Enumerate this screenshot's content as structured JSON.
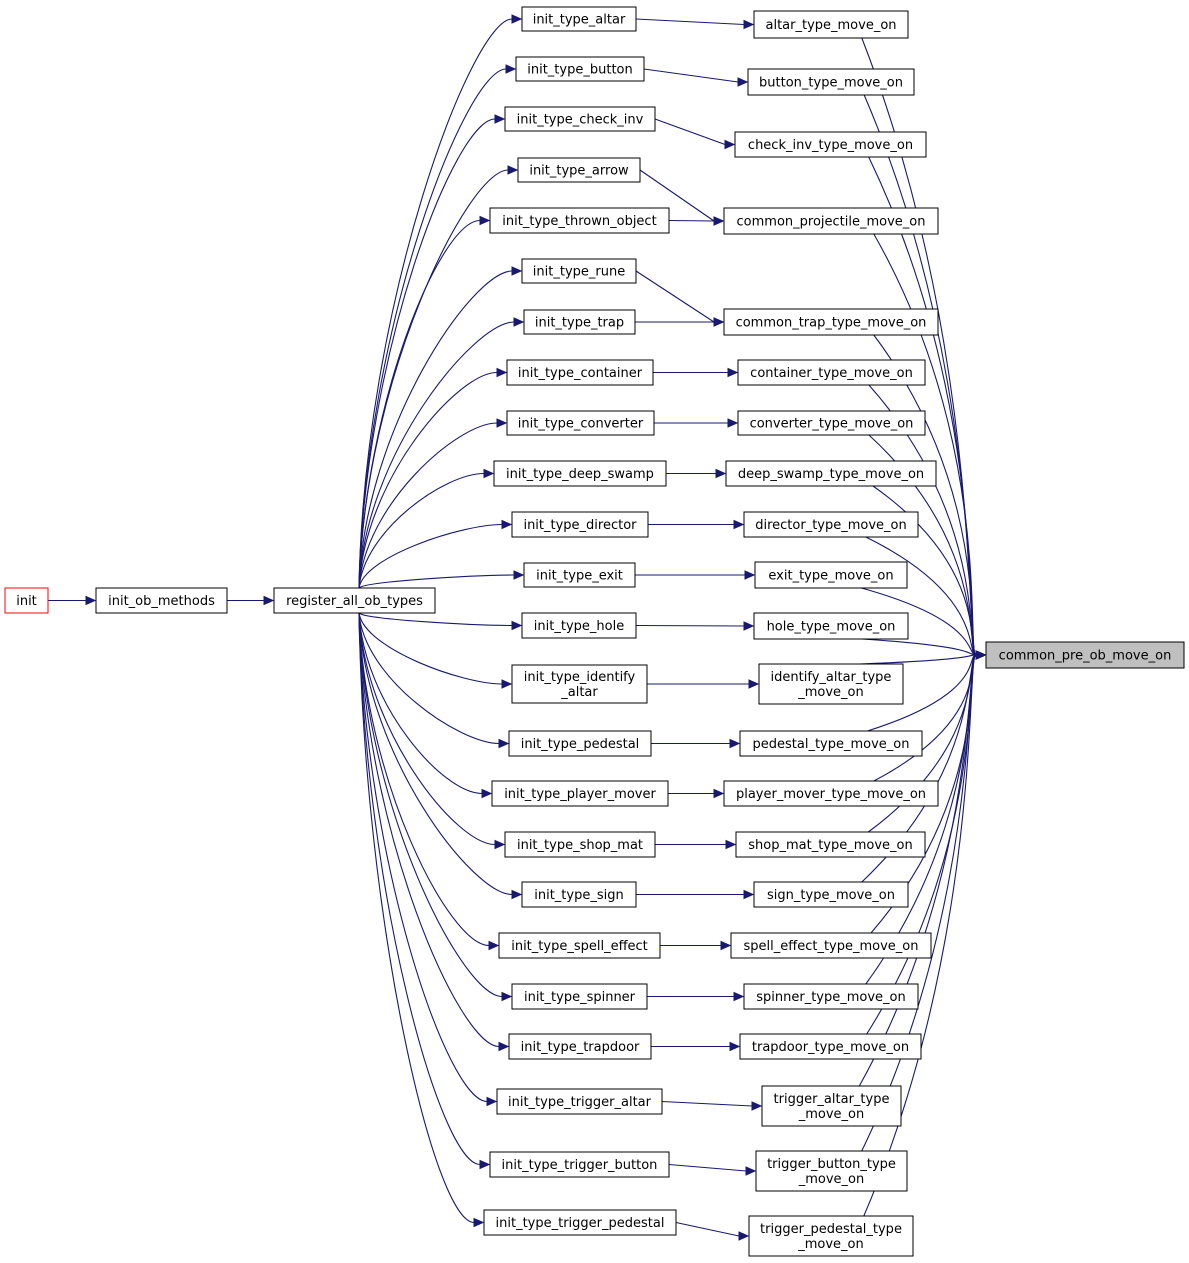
{
  "colors": {
    "edge": "#191970",
    "root_border": "#ff0000",
    "target_fill": "#bfbfbf"
  },
  "nodes": {
    "init": [
      "init"
    ],
    "init_ob_methods": [
      "init_ob_methods"
    ],
    "register_all_ob_types": [
      "register_all_ob_types"
    ],
    "common_pre_ob_move_on": [
      "common_pre_ob_move_on"
    ],
    "init_type_altar": [
      "init_type_altar"
    ],
    "init_type_button": [
      "init_type_button"
    ],
    "init_type_check_inv": [
      "init_type_check_inv"
    ],
    "init_type_arrow": [
      "init_type_arrow"
    ],
    "init_type_thrown_object": [
      "init_type_thrown_object"
    ],
    "init_type_rune": [
      "init_type_rune"
    ],
    "init_type_trap": [
      "init_type_trap"
    ],
    "init_type_container": [
      "init_type_container"
    ],
    "init_type_converter": [
      "init_type_converter"
    ],
    "init_type_deep_swamp": [
      "init_type_deep_swamp"
    ],
    "init_type_director": [
      "init_type_director"
    ],
    "init_type_exit": [
      "init_type_exit"
    ],
    "init_type_hole": [
      "init_type_hole"
    ],
    "init_type_identify_altar": [
      "init_type_identify",
      "_altar"
    ],
    "init_type_pedestal": [
      "init_type_pedestal"
    ],
    "init_type_player_mover": [
      "init_type_player_mover"
    ],
    "init_type_shop_mat": [
      "init_type_shop_mat"
    ],
    "init_type_sign": [
      "init_type_sign"
    ],
    "init_type_spell_effect": [
      "init_type_spell_effect"
    ],
    "init_type_spinner": [
      "init_type_spinner"
    ],
    "init_type_trapdoor": [
      "init_type_trapdoor"
    ],
    "init_type_trigger_altar": [
      "init_type_trigger_altar"
    ],
    "init_type_trigger_button": [
      "init_type_trigger_button"
    ],
    "init_type_trigger_pedestal": [
      "init_type_trigger_pedestal"
    ],
    "altar_type_move_on": [
      "altar_type_move_on"
    ],
    "button_type_move_on": [
      "button_type_move_on"
    ],
    "check_inv_type_move_on": [
      "check_inv_type_move_on"
    ],
    "common_projectile_move_on": [
      "common_projectile_move_on"
    ],
    "common_trap_type_move_on": [
      "common_trap_type_move_on"
    ],
    "container_type_move_on": [
      "container_type_move_on"
    ],
    "converter_type_move_on": [
      "converter_type_move_on"
    ],
    "deep_swamp_type_move_on": [
      "deep_swamp_type_move_on"
    ],
    "director_type_move_on": [
      "director_type_move_on"
    ],
    "exit_type_move_on": [
      "exit_type_move_on"
    ],
    "hole_type_move_on": [
      "hole_type_move_on"
    ],
    "identify_altar_type_move_on": [
      "identify_altar_type",
      "_move_on"
    ],
    "pedestal_type_move_on": [
      "pedestal_type_move_on"
    ],
    "player_mover_type_move_on": [
      "player_mover_type_move_on"
    ],
    "shop_mat_type_move_on": [
      "shop_mat_type_move_on"
    ],
    "sign_type_move_on": [
      "sign_type_move_on"
    ],
    "spell_effect_type_move_on": [
      "spell_effect_type_move_on"
    ],
    "spinner_type_move_on": [
      "spinner_type_move_on"
    ],
    "trapdoor_type_move_on": [
      "trapdoor_type_move_on"
    ],
    "trigger_altar_type_move_on": [
      "trigger_altar_type",
      "_move_on"
    ],
    "trigger_button_type_move_on": [
      "trigger_button_type",
      "_move_on"
    ],
    "trigger_pedestal_type_move_on": [
      "trigger_pedestal_type",
      "_move_on"
    ]
  },
  "edges": [
    [
      "init",
      "init_ob_methods"
    ],
    [
      "init_ob_methods",
      "register_all_ob_types"
    ],
    [
      "register_all_ob_types",
      "init_type_altar"
    ],
    [
      "register_all_ob_types",
      "init_type_button"
    ],
    [
      "register_all_ob_types",
      "init_type_check_inv"
    ],
    [
      "register_all_ob_types",
      "init_type_arrow"
    ],
    [
      "register_all_ob_types",
      "init_type_thrown_object"
    ],
    [
      "register_all_ob_types",
      "init_type_rune"
    ],
    [
      "register_all_ob_types",
      "init_type_trap"
    ],
    [
      "register_all_ob_types",
      "init_type_container"
    ],
    [
      "register_all_ob_types",
      "init_type_converter"
    ],
    [
      "register_all_ob_types",
      "init_type_deep_swamp"
    ],
    [
      "register_all_ob_types",
      "init_type_director"
    ],
    [
      "register_all_ob_types",
      "init_type_exit"
    ],
    [
      "register_all_ob_types",
      "init_type_hole"
    ],
    [
      "register_all_ob_types",
      "init_type_identify_altar"
    ],
    [
      "register_all_ob_types",
      "init_type_pedestal"
    ],
    [
      "register_all_ob_types",
      "init_type_player_mover"
    ],
    [
      "register_all_ob_types",
      "init_type_shop_mat"
    ],
    [
      "register_all_ob_types",
      "init_type_sign"
    ],
    [
      "register_all_ob_types",
      "init_type_spell_effect"
    ],
    [
      "register_all_ob_types",
      "init_type_spinner"
    ],
    [
      "register_all_ob_types",
      "init_type_trapdoor"
    ],
    [
      "register_all_ob_types",
      "init_type_trigger_altar"
    ],
    [
      "register_all_ob_types",
      "init_type_trigger_button"
    ],
    [
      "register_all_ob_types",
      "init_type_trigger_pedestal"
    ],
    [
      "init_type_altar",
      "altar_type_move_on"
    ],
    [
      "init_type_button",
      "button_type_move_on"
    ],
    [
      "init_type_check_inv",
      "check_inv_type_move_on"
    ],
    [
      "init_type_arrow",
      "common_projectile_move_on"
    ],
    [
      "init_type_thrown_object",
      "common_projectile_move_on"
    ],
    [
      "init_type_rune",
      "common_trap_type_move_on"
    ],
    [
      "init_type_trap",
      "common_trap_type_move_on"
    ],
    [
      "init_type_container",
      "container_type_move_on"
    ],
    [
      "init_type_converter",
      "converter_type_move_on"
    ],
    [
      "init_type_deep_swamp",
      "deep_swamp_type_move_on"
    ],
    [
      "init_type_director",
      "director_type_move_on"
    ],
    [
      "init_type_exit",
      "exit_type_move_on"
    ],
    [
      "init_type_hole",
      "hole_type_move_on"
    ],
    [
      "init_type_identify_altar",
      "identify_altar_type_move_on"
    ],
    [
      "init_type_pedestal",
      "pedestal_type_move_on"
    ],
    [
      "init_type_player_mover",
      "player_mover_type_move_on"
    ],
    [
      "init_type_shop_mat",
      "shop_mat_type_move_on"
    ],
    [
      "init_type_sign",
      "sign_type_move_on"
    ],
    [
      "init_type_spell_effect",
      "spell_effect_type_move_on"
    ],
    [
      "init_type_spinner",
      "spinner_type_move_on"
    ],
    [
      "init_type_trapdoor",
      "trapdoor_type_move_on"
    ],
    [
      "init_type_trigger_altar",
      "trigger_altar_type_move_on"
    ],
    [
      "init_type_trigger_button",
      "trigger_button_type_move_on"
    ],
    [
      "init_type_trigger_pedestal",
      "trigger_pedestal_type_move_on"
    ],
    [
      "altar_type_move_on",
      "common_pre_ob_move_on"
    ],
    [
      "button_type_move_on",
      "common_pre_ob_move_on"
    ],
    [
      "check_inv_type_move_on",
      "common_pre_ob_move_on"
    ],
    [
      "common_projectile_move_on",
      "common_pre_ob_move_on"
    ],
    [
      "common_trap_type_move_on",
      "common_pre_ob_move_on"
    ],
    [
      "container_type_move_on",
      "common_pre_ob_move_on"
    ],
    [
      "converter_type_move_on",
      "common_pre_ob_move_on"
    ],
    [
      "deep_swamp_type_move_on",
      "common_pre_ob_move_on"
    ],
    [
      "director_type_move_on",
      "common_pre_ob_move_on"
    ],
    [
      "exit_type_move_on",
      "common_pre_ob_move_on"
    ],
    [
      "hole_type_move_on",
      "common_pre_ob_move_on"
    ],
    [
      "identify_altar_type_move_on",
      "common_pre_ob_move_on"
    ],
    [
      "pedestal_type_move_on",
      "common_pre_ob_move_on"
    ],
    [
      "player_mover_type_move_on",
      "common_pre_ob_move_on"
    ],
    [
      "shop_mat_type_move_on",
      "common_pre_ob_move_on"
    ],
    [
      "sign_type_move_on",
      "common_pre_ob_move_on"
    ],
    [
      "spell_effect_type_move_on",
      "common_pre_ob_move_on"
    ],
    [
      "spinner_type_move_on",
      "common_pre_ob_move_on"
    ],
    [
      "trapdoor_type_move_on",
      "common_pre_ob_move_on"
    ],
    [
      "trigger_altar_type_move_on",
      "common_pre_ob_move_on"
    ],
    [
      "trigger_button_type_move_on",
      "common_pre_ob_move_on"
    ],
    [
      "trigger_pedestal_type_move_on",
      "common_pre_ob_move_on"
    ]
  ]
}
